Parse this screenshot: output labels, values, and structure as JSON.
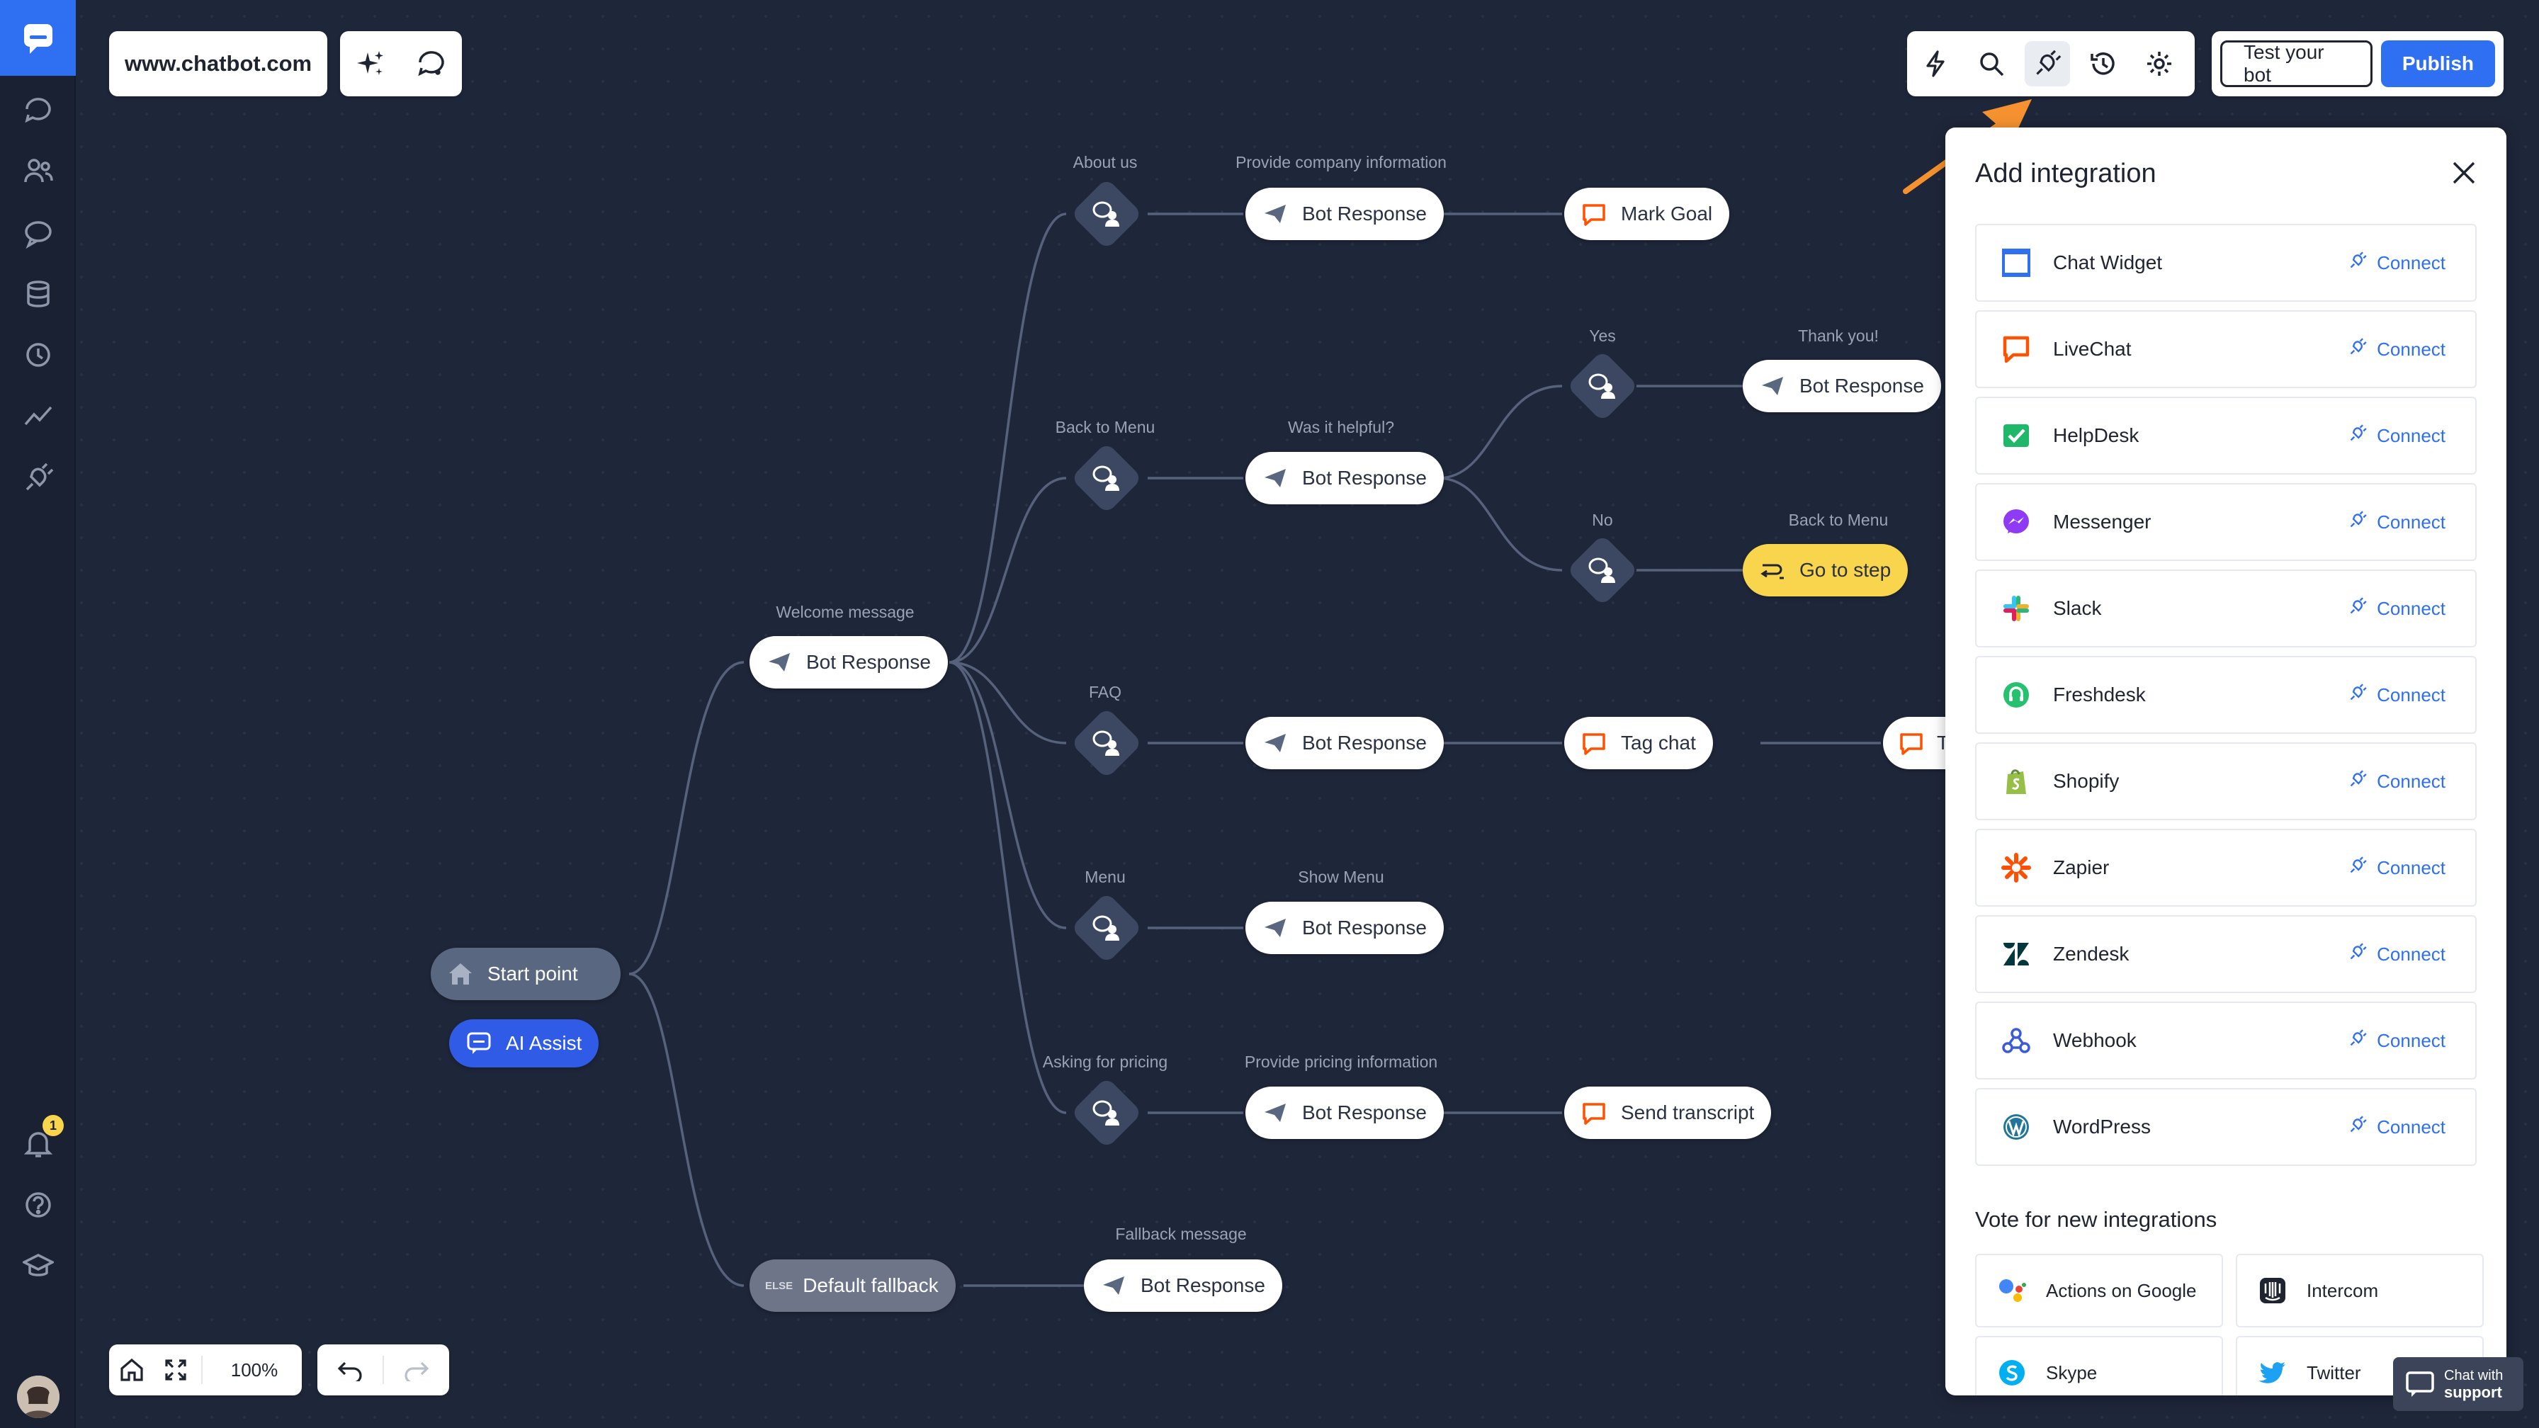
{
  "header": {
    "url": "www.chatbot.com",
    "test_label": "Test your bot",
    "publish_label": "Publish"
  },
  "bottom": {
    "zoom": "100%"
  },
  "sidebar": {
    "notification_count": "1"
  },
  "flow": {
    "labels": {
      "about_us": "About us",
      "provide_company": "Provide company information",
      "yes": "Yes",
      "thank_you": "Thank you!",
      "back_to_menu_1": "Back to Menu",
      "was_helpful": "Was it helpful?",
      "no": "No",
      "back_to_menu_2": "Back to Menu",
      "welcome": "Welcome message",
      "faq": "FAQ",
      "menu": "Menu",
      "show_menu": "Show Menu",
      "asking_pricing": "Asking for pricing",
      "provide_pricing": "Provide pricing information",
      "fallback_message": "Fallback message"
    },
    "nodes": {
      "bot_response": "Bot Response",
      "mark_goal": "Mark Goal",
      "go_to_step": "Go to step",
      "tag_chat": "Tag chat",
      "send_transcript": "Send transcript",
      "start_point": "Start point",
      "ai_assist": "AI Assist",
      "default_fallback": "Default fallback",
      "else_tag": "ELSE",
      "truncated": "T"
    }
  },
  "panel": {
    "title": "Add integration",
    "connect_label": "Connect",
    "integrations": [
      "Chat Widget",
      "LiveChat",
      "HelpDesk",
      "Messenger",
      "Slack",
      "Freshdesk",
      "Shopify",
      "Zapier",
      "Zendesk",
      "Webhook",
      "WordPress"
    ],
    "vote_title": "Vote for new integrations",
    "vote": [
      "Actions on Google",
      "Intercom",
      "Skype",
      "Twitter"
    ]
  },
  "support": {
    "line1": "Chat with",
    "line2": "support"
  },
  "colors": {
    "accent": "#2f6ff2",
    "canvas": "#1e2639",
    "orange_arrow": "#f5922f",
    "yellow_node": "#f9d54d"
  }
}
